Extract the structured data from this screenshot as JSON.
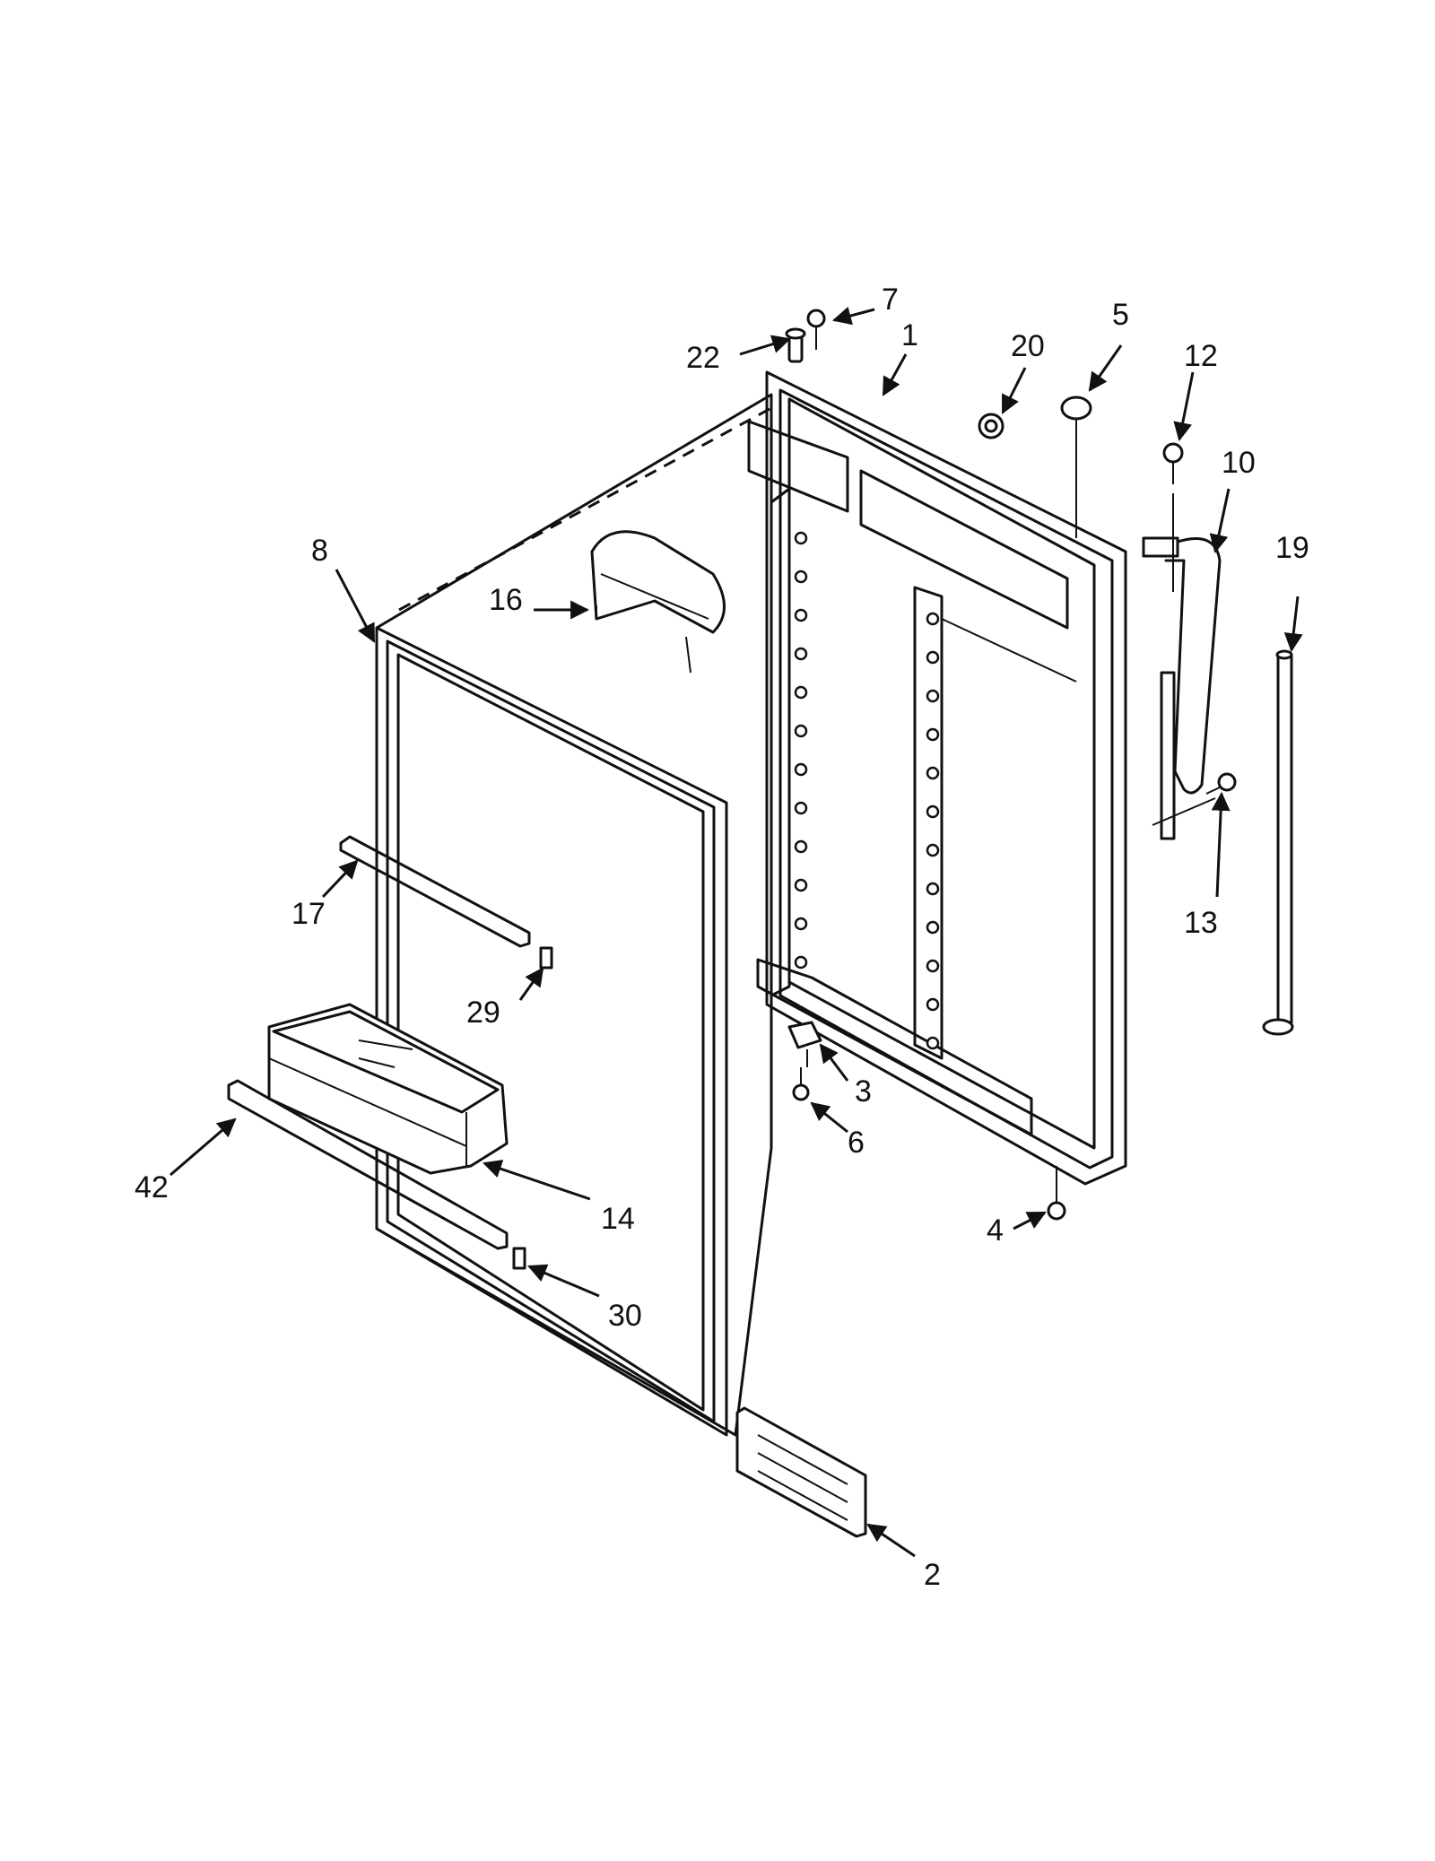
{
  "diagram": {
    "callouts": [
      {
        "id": "1",
        "label": "1"
      },
      {
        "id": "2",
        "label": "2"
      },
      {
        "id": "3",
        "label": "3"
      },
      {
        "id": "4",
        "label": "4"
      },
      {
        "id": "5",
        "label": "5"
      },
      {
        "id": "6",
        "label": "6"
      },
      {
        "id": "7",
        "label": "7"
      },
      {
        "id": "8",
        "label": "8"
      },
      {
        "id": "10",
        "label": "10"
      },
      {
        "id": "12",
        "label": "12"
      },
      {
        "id": "13",
        "label": "13"
      },
      {
        "id": "14",
        "label": "14"
      },
      {
        "id": "16",
        "label": "16"
      },
      {
        "id": "17",
        "label": "17"
      },
      {
        "id": "19",
        "label": "19"
      },
      {
        "id": "20",
        "label": "20"
      },
      {
        "id": "22",
        "label": "22"
      },
      {
        "id": "29",
        "label": "29"
      },
      {
        "id": "30",
        "label": "30"
      },
      {
        "id": "42",
        "label": "42"
      }
    ]
  }
}
